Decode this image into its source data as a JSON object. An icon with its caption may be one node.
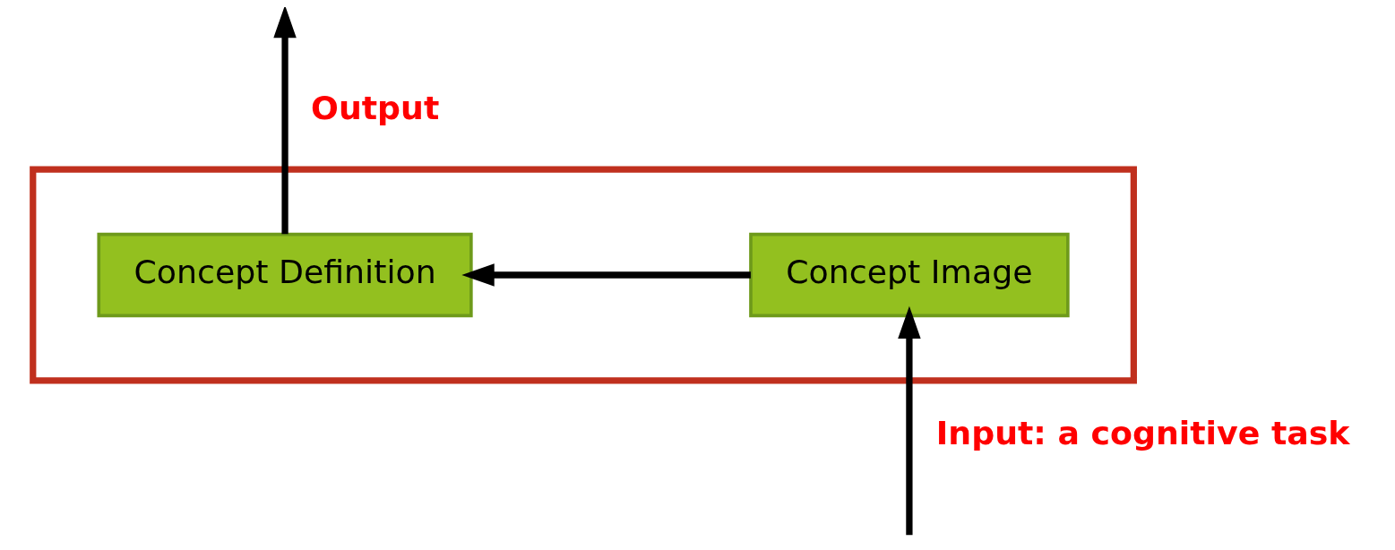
{
  "diagram": {
    "nodes": [
      {
        "text": [],
        "shape": "box"
      },
      {
        "text": [
          "Concept Definition"
        ],
        "in": 0
      },
      {
        "text": [
          "Concept Image"
        ],
        "in": 0
      }
    ],
    "edges": [
      {
        "from": null,
        "to": 2,
        "arrow": "to",
        "label": "Input: a cognitive task"
      },
      {
        "from": 2,
        "to": 1,
        "arrow": "to"
      },
      {
        "from": 1,
        "to": null,
        "arrow": "to",
        "label": "Output"
      }
    ]
  }
}
